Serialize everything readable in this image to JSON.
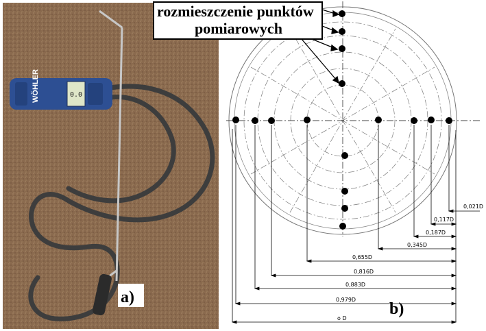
{
  "figure": {
    "panel_a_label": "a)",
    "panel_b_label": "b)",
    "callout_line_1": "rozmieszczenie punktów",
    "callout_line_2": "pomiarowych",
    "device_brand": "WÖHLER",
    "device_display": "0.0",
    "dimension_labels": [
      "0,021D",
      "0,117D",
      "0,187D",
      "0,345D",
      "0,655D",
      "0,816D",
      "0,883D",
      "0,979D",
      "o D"
    ]
  },
  "colors": {
    "carpet": "#8a6a4e",
    "device_body": "#2d4f93",
    "hose": "#3d3d3d",
    "probe_metal": "#c7c7c7",
    "ink": "#000000"
  }
}
